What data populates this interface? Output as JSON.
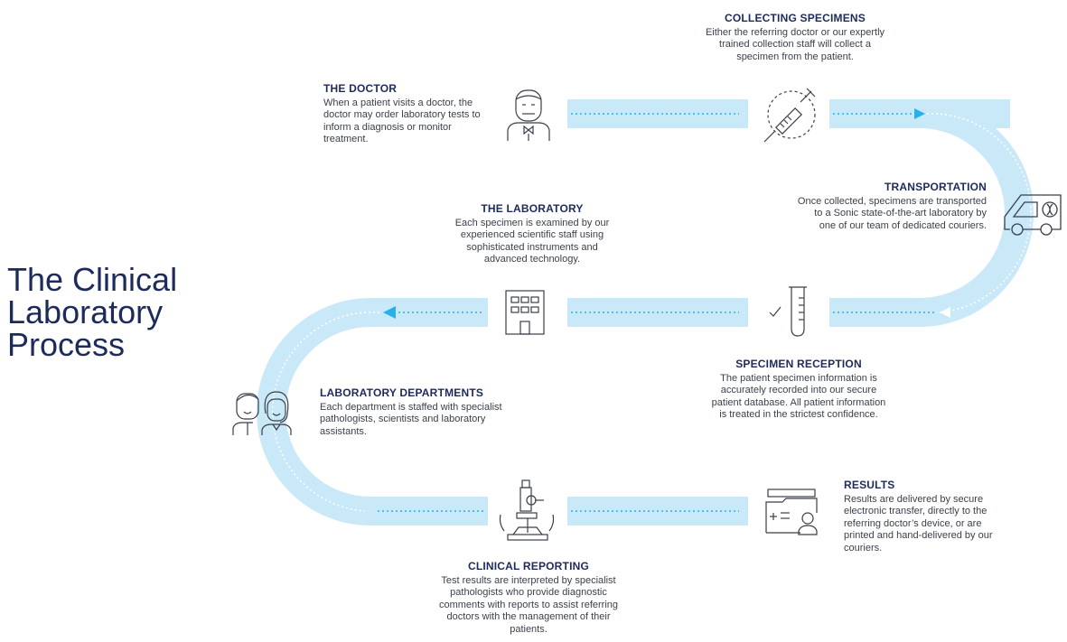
{
  "title": {
    "line1": "The Clinical",
    "line2": "Laboratory",
    "line3": "Process"
  },
  "colors": {
    "band": "#c9e8f8",
    "arrow": "#28b0e8",
    "heading": "#1d2a5c",
    "body": "#3a3f4a",
    "icon": "#3a3f4a"
  },
  "steps": {
    "collecting": {
      "title": "COLLECTING SPECIMENS",
      "text": "Either the referring doctor or our expertly trained collection staff will collect a specimen from the patient.",
      "icon": "syringe-icon"
    },
    "doctor": {
      "title": "THE DOCTOR",
      "text": "When a patient visits a doctor, the doctor may order laboratory tests to inform a diagnosis or monitor treatment.",
      "icon": "doctor-icon"
    },
    "transportation": {
      "title": "TRANSPORTATION",
      "text": "Once collected, specimens are transported to a Sonic state-of-the-art laboratory by one of our team of dedicated couriers.",
      "icon": "van-icon"
    },
    "laboratory": {
      "title": "THE LABORATORY",
      "text": "Each specimen is examined by our experienced scientific staff using sophisticated instruments and advanced technology.",
      "icon": "building-icon"
    },
    "reception": {
      "title": "SPECIMEN RECEPTION",
      "text": "The patient specimen information is accurately recorded into our secure patient database. All patient information is treated in the strictest confidence.",
      "icon": "test-tube-icon"
    },
    "departments": {
      "title": "LABORATORY DEPARTMENTS",
      "text": "Each department is staffed with specialist pathologists, scientists and laboratory assistants.",
      "icon": "staff-icon"
    },
    "results": {
      "title": "RESULTS",
      "text": "Results are delivered by secure electronic transfer, directly to the referring doctor’s device, or are printed and hand-delivered by our couriers.",
      "icon": "results-folder-icon"
    },
    "reporting": {
      "title": "CLINICAL REPORTING",
      "text": "Test results are interpreted by specialist pathologists who provide diagnostic comments with reports to assist referring doctors with the management of their patients.",
      "icon": "microscope-icon"
    }
  }
}
